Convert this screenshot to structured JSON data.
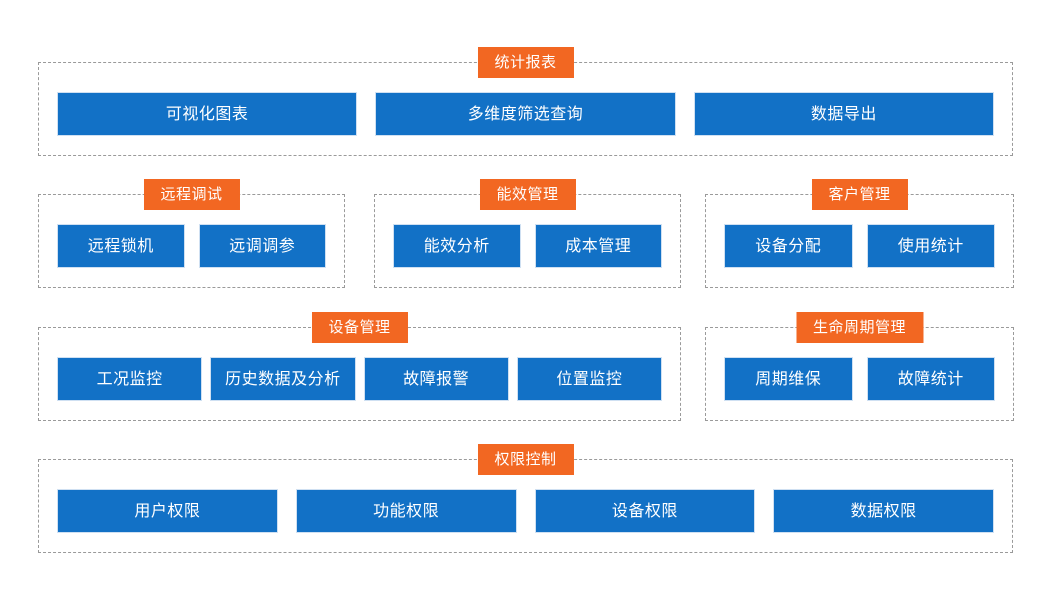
{
  "theme": {
    "accent_orange": "#f26722",
    "node_blue": "#1271c6",
    "border_dashed": "#9a9a9a",
    "background": "#ffffff",
    "text_on_fill": "#ffffff"
  },
  "diagram": {
    "type": "feature-tree",
    "rows": [
      {
        "id": "row-reports",
        "groups": [
          {
            "id": "reports",
            "title": "统计报表",
            "items": [
              "可视化图表",
              "多维度筛选查询",
              "数据导出"
            ]
          }
        ]
      },
      {
        "id": "row-mid",
        "groups": [
          {
            "id": "remote-debug",
            "title": "远程调试",
            "items": [
              "远程锁机",
              "远调调参"
            ]
          },
          {
            "id": "energy",
            "title": "能效管理",
            "items": [
              "能效分析",
              "成本管理"
            ]
          },
          {
            "id": "customer",
            "title": "客户管理",
            "items": [
              "设备分配",
              "使用统计"
            ]
          }
        ]
      },
      {
        "id": "row-device",
        "groups": [
          {
            "id": "device",
            "title": "设备管理",
            "items": [
              "工况监控",
              "历史数据及分析",
              "故障报警",
              "位置监控"
            ]
          },
          {
            "id": "lifecycle",
            "title": "生命周期管理",
            "items": [
              "周期维保",
              "故障统计"
            ]
          }
        ]
      },
      {
        "id": "row-perm",
        "groups": [
          {
            "id": "permission",
            "title": "权限控制",
            "items": [
              "用户权限",
              "功能权限",
              "设备权限",
              "数据权限"
            ]
          }
        ]
      }
    ]
  }
}
